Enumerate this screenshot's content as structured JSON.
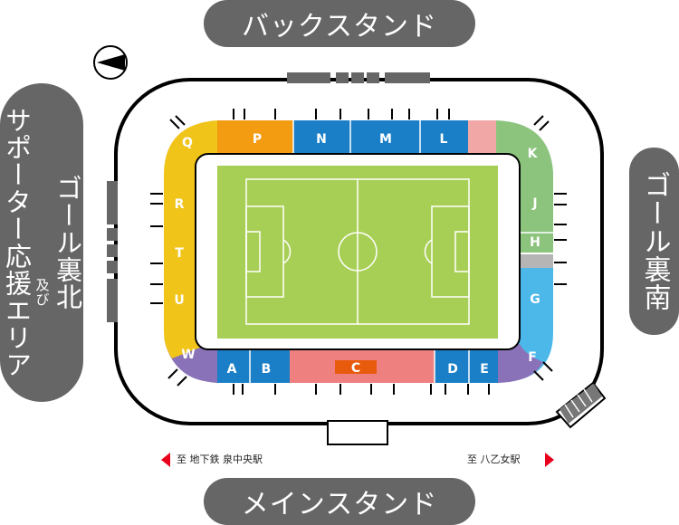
{
  "stands": {
    "back": "バックスタンド",
    "main": "メインスタンド",
    "goal_north_line1": "ゴール裏北",
    "goal_north_line2": "及び",
    "goal_north_line3": "サポーター応援エリア",
    "goal_south": "ゴール裏南"
  },
  "directions": {
    "left": "至 地下鉄 泉中央駅",
    "right": "至 八乙女駅"
  },
  "sections": {
    "A": "A",
    "B": "B",
    "C": "C",
    "D": "D",
    "E": "E",
    "F": "F",
    "G": "G",
    "H": "H",
    "J": "J",
    "K": "K",
    "L": "L",
    "M": "M",
    "N": "N",
    "P": "P",
    "Q": "Q",
    "R": "R",
    "T": "T",
    "U": "U",
    "W": "W"
  },
  "colors": {
    "stand_pill": "#666666",
    "yellow": "#f0c419",
    "orange": "#f39c12",
    "blue": "#1a7fc7",
    "pink": "#f2a7a7",
    "salmon": "#ef8080",
    "green": "#8cc47e",
    "light_blue": "#4cb8ea",
    "purple": "#8a72b8",
    "pitch": "#a8cf55",
    "marker_red": "#e8001d",
    "section_c_marker": "#e85a0c"
  }
}
